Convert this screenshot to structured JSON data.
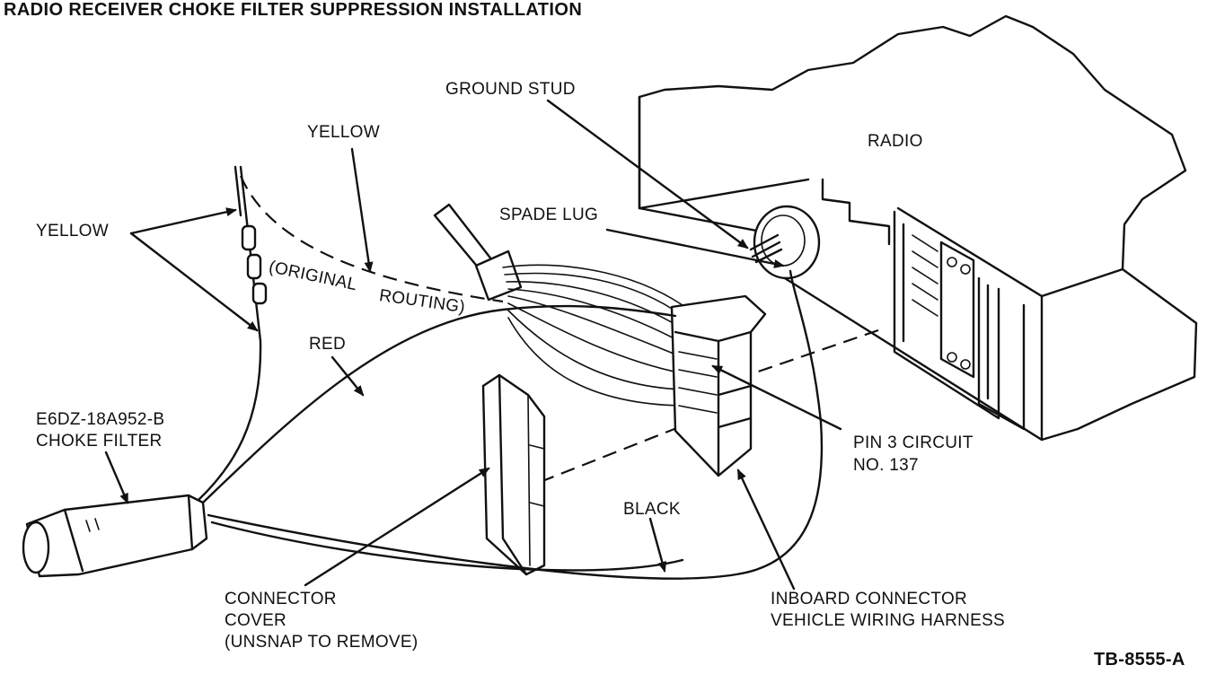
{
  "title": "RADIO RECEIVER CHOKE FILTER SUPPRESSION INSTALLATION",
  "figure_number": "TB-8555-A",
  "labels": {
    "ground_stud": "GROUND STUD",
    "radio": "RADIO",
    "yellow_top": "YELLOW",
    "yellow_left": "YELLOW",
    "spade_lug": "SPADE LUG",
    "original_routing": [
      "(ORIGINAL",
      "ROUTING)"
    ],
    "red": "RED",
    "choke_filter": [
      "E6DZ-18A952-B",
      "CHOKE FILTER"
    ],
    "pin3": [
      "PIN 3 CIRCUIT",
      "NO. 137"
    ],
    "black": "BLACK",
    "connector_cover": [
      "CONNECTOR",
      "COVER",
      "(UNSNAP TO REMOVE)"
    ],
    "inboard_connector": [
      "INBOARD CONNECTOR",
      "VEHICLE WIRING HARNESS"
    ]
  }
}
